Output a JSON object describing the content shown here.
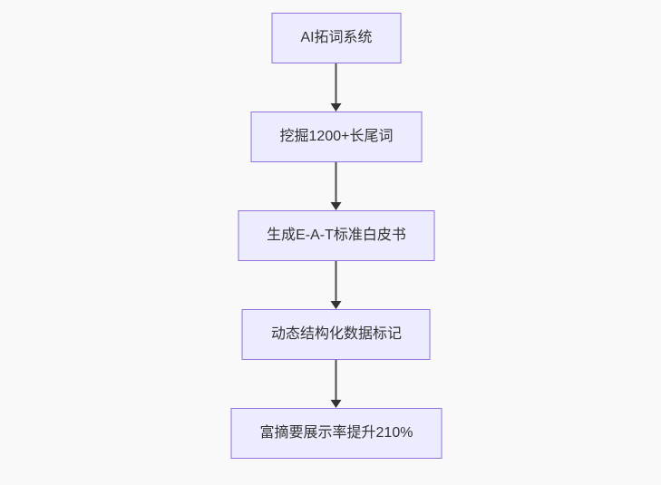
{
  "flowchart": {
    "type": "flowchart",
    "direction": "top-down",
    "nodes": [
      {
        "id": "node-1",
        "label": "AI拓词系统"
      },
      {
        "id": "node-2",
        "label": "挖掘1200+长尾词"
      },
      {
        "id": "node-3",
        "label": "生成E-A-T标准白皮书"
      },
      {
        "id": "node-4",
        "label": "动态结构化数据标记"
      },
      {
        "id": "node-5",
        "label": "富摘要展示率提升210%"
      }
    ],
    "edges": [
      {
        "from": "AI拓词系统",
        "to": "挖掘1200+长尾词"
      },
      {
        "from": "挖掘1200+长尾词",
        "to": "生成E-A-T标准白皮书"
      },
      {
        "from": "生成E-A-T标准白皮书",
        "to": "动态结构化数据标记"
      },
      {
        "from": "动态结构化数据标记",
        "to": "富摘要展示率提升210%"
      }
    ],
    "colors": {
      "node_fill": "#ECECFF",
      "node_border": "#9370DB",
      "edge_line": "#4d4d4d",
      "arrowhead": "#333333",
      "text": "#333333",
      "canvas_background": "#f9f9f9"
    }
  }
}
